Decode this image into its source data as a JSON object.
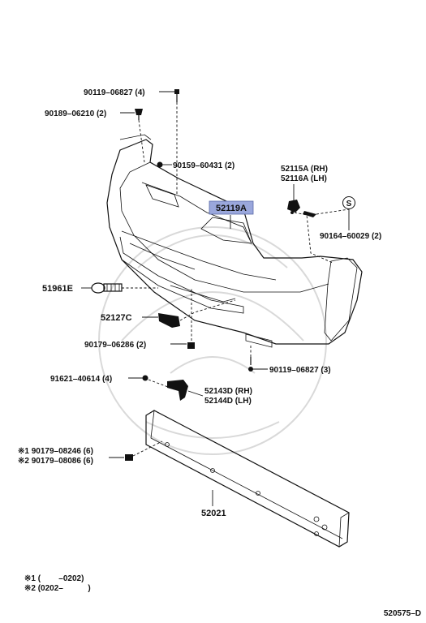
{
  "highlight_color": "#9aa7dc",
  "labels": {
    "p90119_06827_4": "90119–06827 (4)",
    "p90189_06210_2": "90189–06210 (2)",
    "p90159_60431_2": "90159–60431 (2)",
    "p52115A": "52115A (RH)",
    "p52116A": "52116A (LH)",
    "p52119A": "52119A",
    "p90164_60029_2": "90164–60029 (2)",
    "s_marker": "S",
    "p51961E": "51961E",
    "p52127C": "52127C",
    "p90179_06286_2": "90179–06286 (2)",
    "p90119_06827_3": "90119–06827 (3)",
    "p91621_40614_4": "91621–40614 (4)",
    "p52143D": "52143D (RH)",
    "p52144D": "52144D (LH)",
    "p90179_08246": "※1 90179–08246 (6)",
    "p90179_08086": "※2 90179–08086 (6)",
    "p52021": "52021"
  },
  "notes": {
    "note1": "※1 (        –0202)",
    "note2": "※2 (0202–           )"
  },
  "diagram_code": "520575–D"
}
